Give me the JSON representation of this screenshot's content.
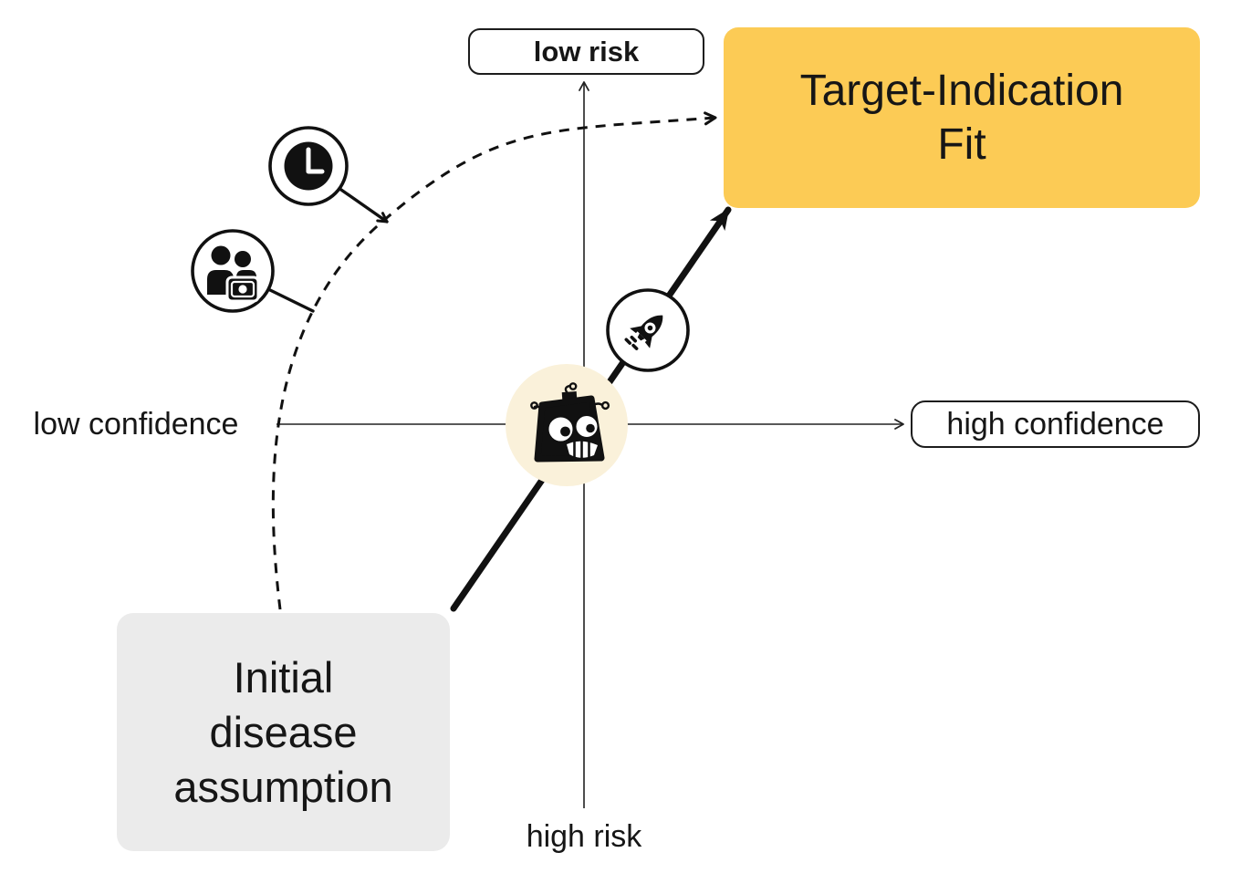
{
  "axis": {
    "top": "low risk",
    "bottom": "high risk",
    "left": "low confidence",
    "right": "high confidence"
  },
  "nodes": {
    "initial": {
      "line1": "Initial",
      "line2": "disease",
      "line3": "assumption"
    },
    "target": {
      "line1": "Target-Indication",
      "line2": "Fit"
    }
  },
  "icons": {
    "clock": "clock-icon",
    "people_cost": "people-and-money-icon",
    "rocket": "rocket-icon",
    "robot": "robot-mascot"
  },
  "colors": {
    "highlight": "#fccb55",
    "neutral_panel": "#ebebeb",
    "mascot_halo": "#faf1da",
    "ink": "#161616"
  }
}
